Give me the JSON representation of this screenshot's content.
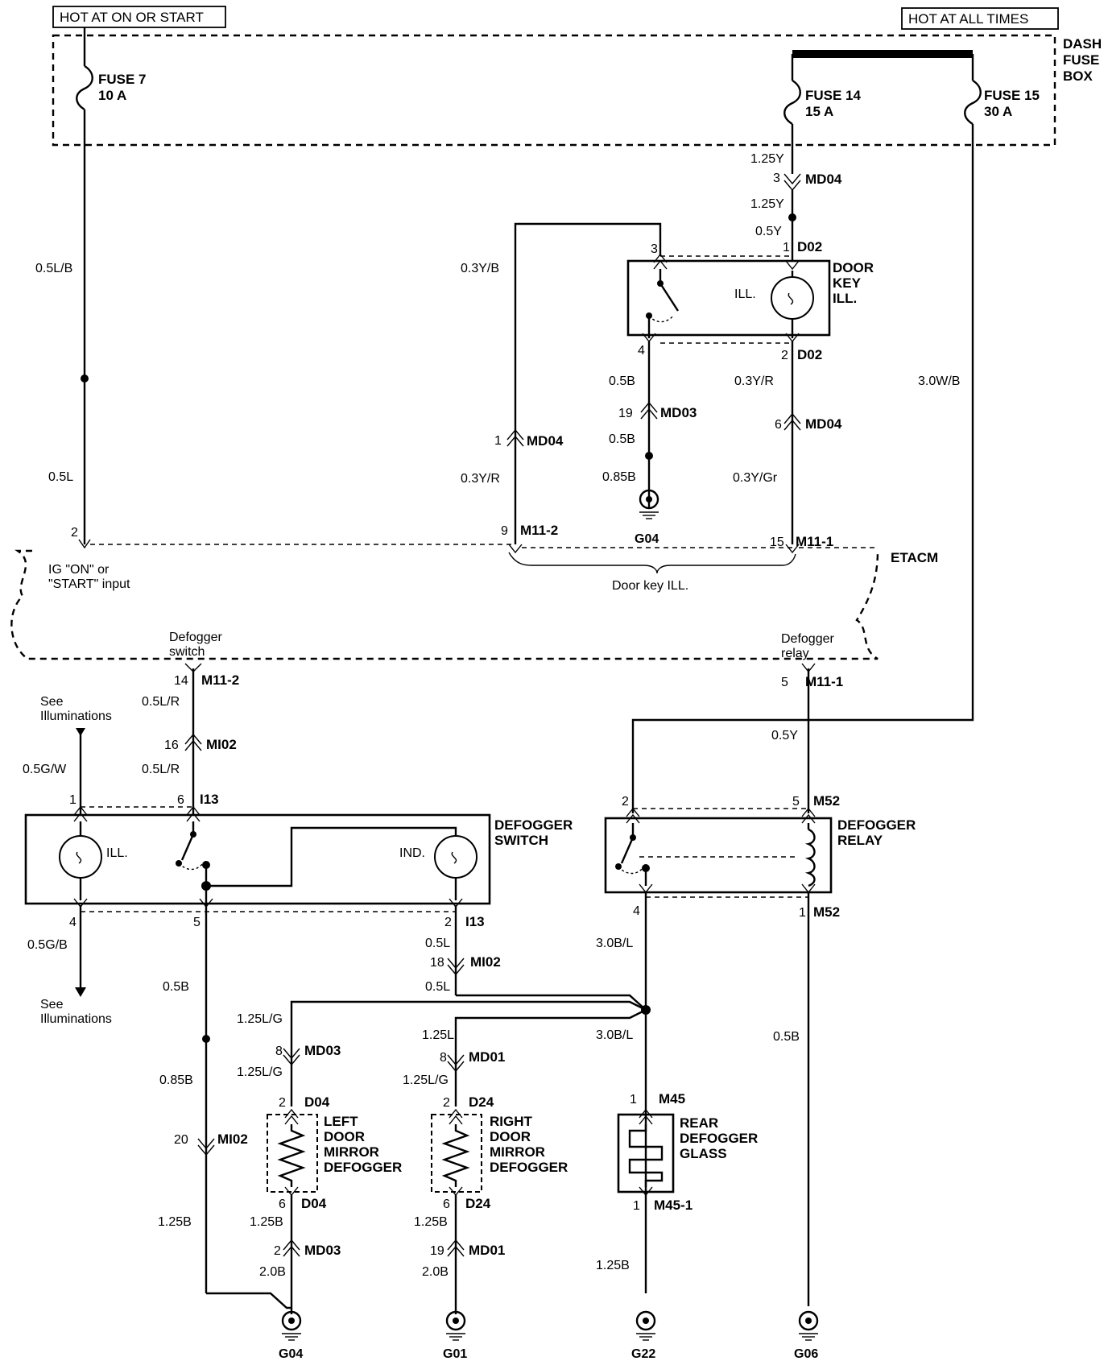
{
  "labels": {
    "hot_on_start": "HOT AT ON OR START",
    "hot_all_times": "HOT AT ALL TIMES",
    "dash_fuse_box": [
      "DASH",
      "FUSE",
      "BOX"
    ],
    "fuse7": [
      "FUSE 7",
      "10 A"
    ],
    "fuse14": [
      "FUSE 14",
      "15 A"
    ],
    "fuse15": [
      "FUSE 15",
      "30 A"
    ],
    "door_key_ill": [
      "DOOR",
      "KEY",
      "ILL."
    ],
    "ill": "ILL.",
    "ind": "IND.",
    "etacm": "ETACM",
    "ig_input": [
      "IG \"ON\" or",
      "\"START\" input"
    ],
    "door_key_ill_bracket": "Door key ILL.",
    "defogger_switch_pin": [
      "Defogger",
      "switch"
    ],
    "defogger_relay_pin": [
      "Defogger",
      "relay"
    ],
    "see_illum": [
      "See",
      "Illuminations"
    ],
    "defogger_switch": [
      "DEFOGGER",
      "SWITCH"
    ],
    "defogger_relay": [
      "DEFOGGER",
      "RELAY"
    ],
    "left_mirror": [
      "LEFT",
      "DOOR",
      "MIRROR",
      "DEFOGGER"
    ],
    "right_mirror": [
      "RIGHT",
      "DOOR",
      "MIRROR",
      "DEFOGGER"
    ],
    "rear_defogger": [
      "REAR",
      "DEFOGGER",
      "GLASS"
    ]
  },
  "wires": {
    "w05LB": "0.5L/B",
    "w05L": "0.5L",
    "w125Y": "1.25Y",
    "w05Y": "0.5Y",
    "w03YB": "0.3Y/B",
    "w03YR": "0.3Y/R",
    "w05B": "0.5B",
    "w085B": "0.85B",
    "w03YGr": "0.3Y/Gr",
    "w30WB": "3.0W/B",
    "w05LR": "0.5L/R",
    "w05GW": "0.5G/W",
    "w05GB": "0.5G/B",
    "w30BL": "3.0B/L",
    "w125LG": "1.25L/G",
    "w125L": "1.25L",
    "w125B": "1.25B",
    "w20B": "2.0B"
  },
  "connectors": {
    "MD04": "MD04",
    "MD03": "MD03",
    "MD01": "MD01",
    "D02": "D02",
    "M11_1": "M11-1",
    "M11_2": "M11-2",
    "MI02": "MI02",
    "I13": "I13",
    "M52": "M52",
    "D04": "D04",
    "D24": "D24",
    "M45": "M45",
    "M45_1": "M45-1"
  },
  "pins": {
    "p1": "1",
    "p2": "2",
    "p3": "3",
    "p4": "4",
    "p5": "5",
    "p6": "6",
    "p8": "8",
    "p9": "9",
    "p14": "14",
    "p15": "15",
    "p16": "16",
    "p18": "18",
    "p19": "19",
    "p20": "20"
  },
  "grounds": {
    "G04": "G04",
    "G01": "G01",
    "G22": "G22",
    "G06": "G06"
  }
}
